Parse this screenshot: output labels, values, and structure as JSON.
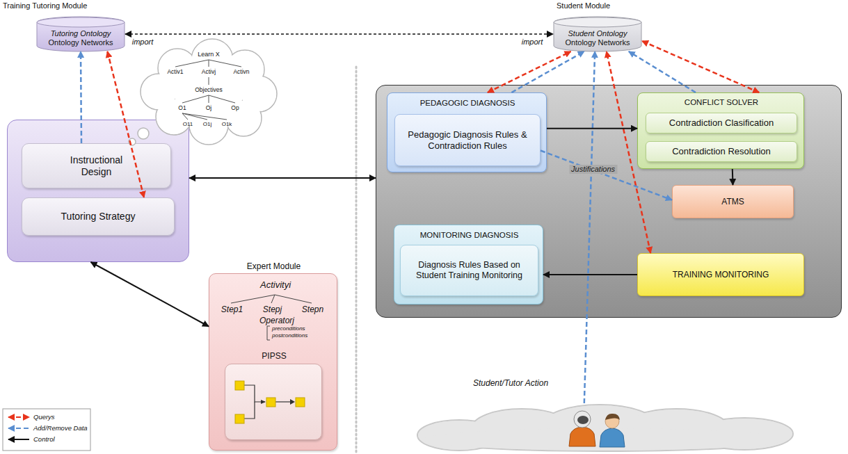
{
  "diagram": {
    "nodes": [
      {
        "text": [
          "Training Tutoring Module",
          "Tutoring Ontology",
          "Ontology Networks"
        ]
      },
      {
        "text": [
          "Student Module",
          "Student Ontology",
          "Ontology Networks"
        ]
      },
      {
        "text": []
      },
      {
        "text": [
          "Instructional Design"
        ],
        "in": 2
      },
      {
        "text": [
          "Tutoring Strategy"
        ],
        "in": 2
      },
      {
        "text": [
          "Expert Module",
          "Activityi",
          "Step1",
          "Stepj",
          "Stepn",
          "Operatorj",
          "preconditions",
          "postconditions"
        ]
      },
      {
        "text": [
          "PIPSS"
        ],
        "in": 5
      },
      {
        "text": []
      },
      {
        "text": [
          "PEDAGOGIC DIAGNOSIS"
        ],
        "in": 7
      },
      {
        "text": [
          "Pedagogic Diagnosis Rules & Contradiction Rules"
        ],
        "in": 8
      },
      {
        "text": [
          "CONFLICT SOLVER"
        ],
        "in": 7
      },
      {
        "text": [
          "Contradiction Clasification"
        ],
        "in": 10
      },
      {
        "text": [
          "Contradiction Resolution"
        ],
        "in": 10
      },
      {
        "text": [
          "ATMS"
        ],
        "in": 7
      },
      {
        "text": [
          "MONITORING DIAGNOSIS"
        ],
        "in": 7
      },
      {
        "text": [
          "Diagnosis Rules Based on Student Training Monitoring"
        ],
        "in": 14
      },
      {
        "text": [
          "TRAINING MONITORING"
        ],
        "in": 7
      },
      {
        "text": [
          "Student/Tutor Action"
        ]
      }
    ],
    "edges": [
      {
        "from": 0,
        "to": 1,
        "arrow": "both"
      },
      {
        "from": 3,
        "to": 0,
        "arrow": "to"
      },
      {
        "from": 0,
        "to": 4,
        "arrow": "both"
      },
      {
        "from": 2,
        "to": 7,
        "arrow": "both"
      },
      {
        "from": 2,
        "to": 5,
        "arrow": "both"
      },
      {
        "from": 8,
        "to": 1,
        "arrow": "both"
      },
      {
        "from": 8,
        "to": 1,
        "arrow": "to"
      },
      {
        "from": 10,
        "to": 1,
        "arrow": "both"
      },
      {
        "from": 10,
        "to": 1,
        "arrow": "to"
      },
      {
        "from": 16,
        "to": 1,
        "arrow": "both"
      },
      {
        "from": 17,
        "to": 1,
        "arrow": "to"
      },
      {
        "from": 8,
        "to": 10,
        "arrow": "to"
      },
      {
        "from": 9,
        "to": 13,
        "label": "Justifications",
        "arrow": "to"
      },
      {
        "from": 10,
        "to": 13,
        "arrow": "to"
      },
      {
        "from": 16,
        "to": 14,
        "arrow": "to"
      }
    ],
    "labels": [
      "import",
      "import",
      "Learn X",
      "Activ1",
      "Activj",
      "Activn",
      "Objectives",
      "O1",
      "Oj",
      "Op",
      "O11",
      "O1j",
      "O1k"
    ],
    "legend": [
      {
        "text": "Querys"
      },
      {
        "text": "Add/Remove Data"
      },
      {
        "text": "Control"
      }
    ]
  }
}
